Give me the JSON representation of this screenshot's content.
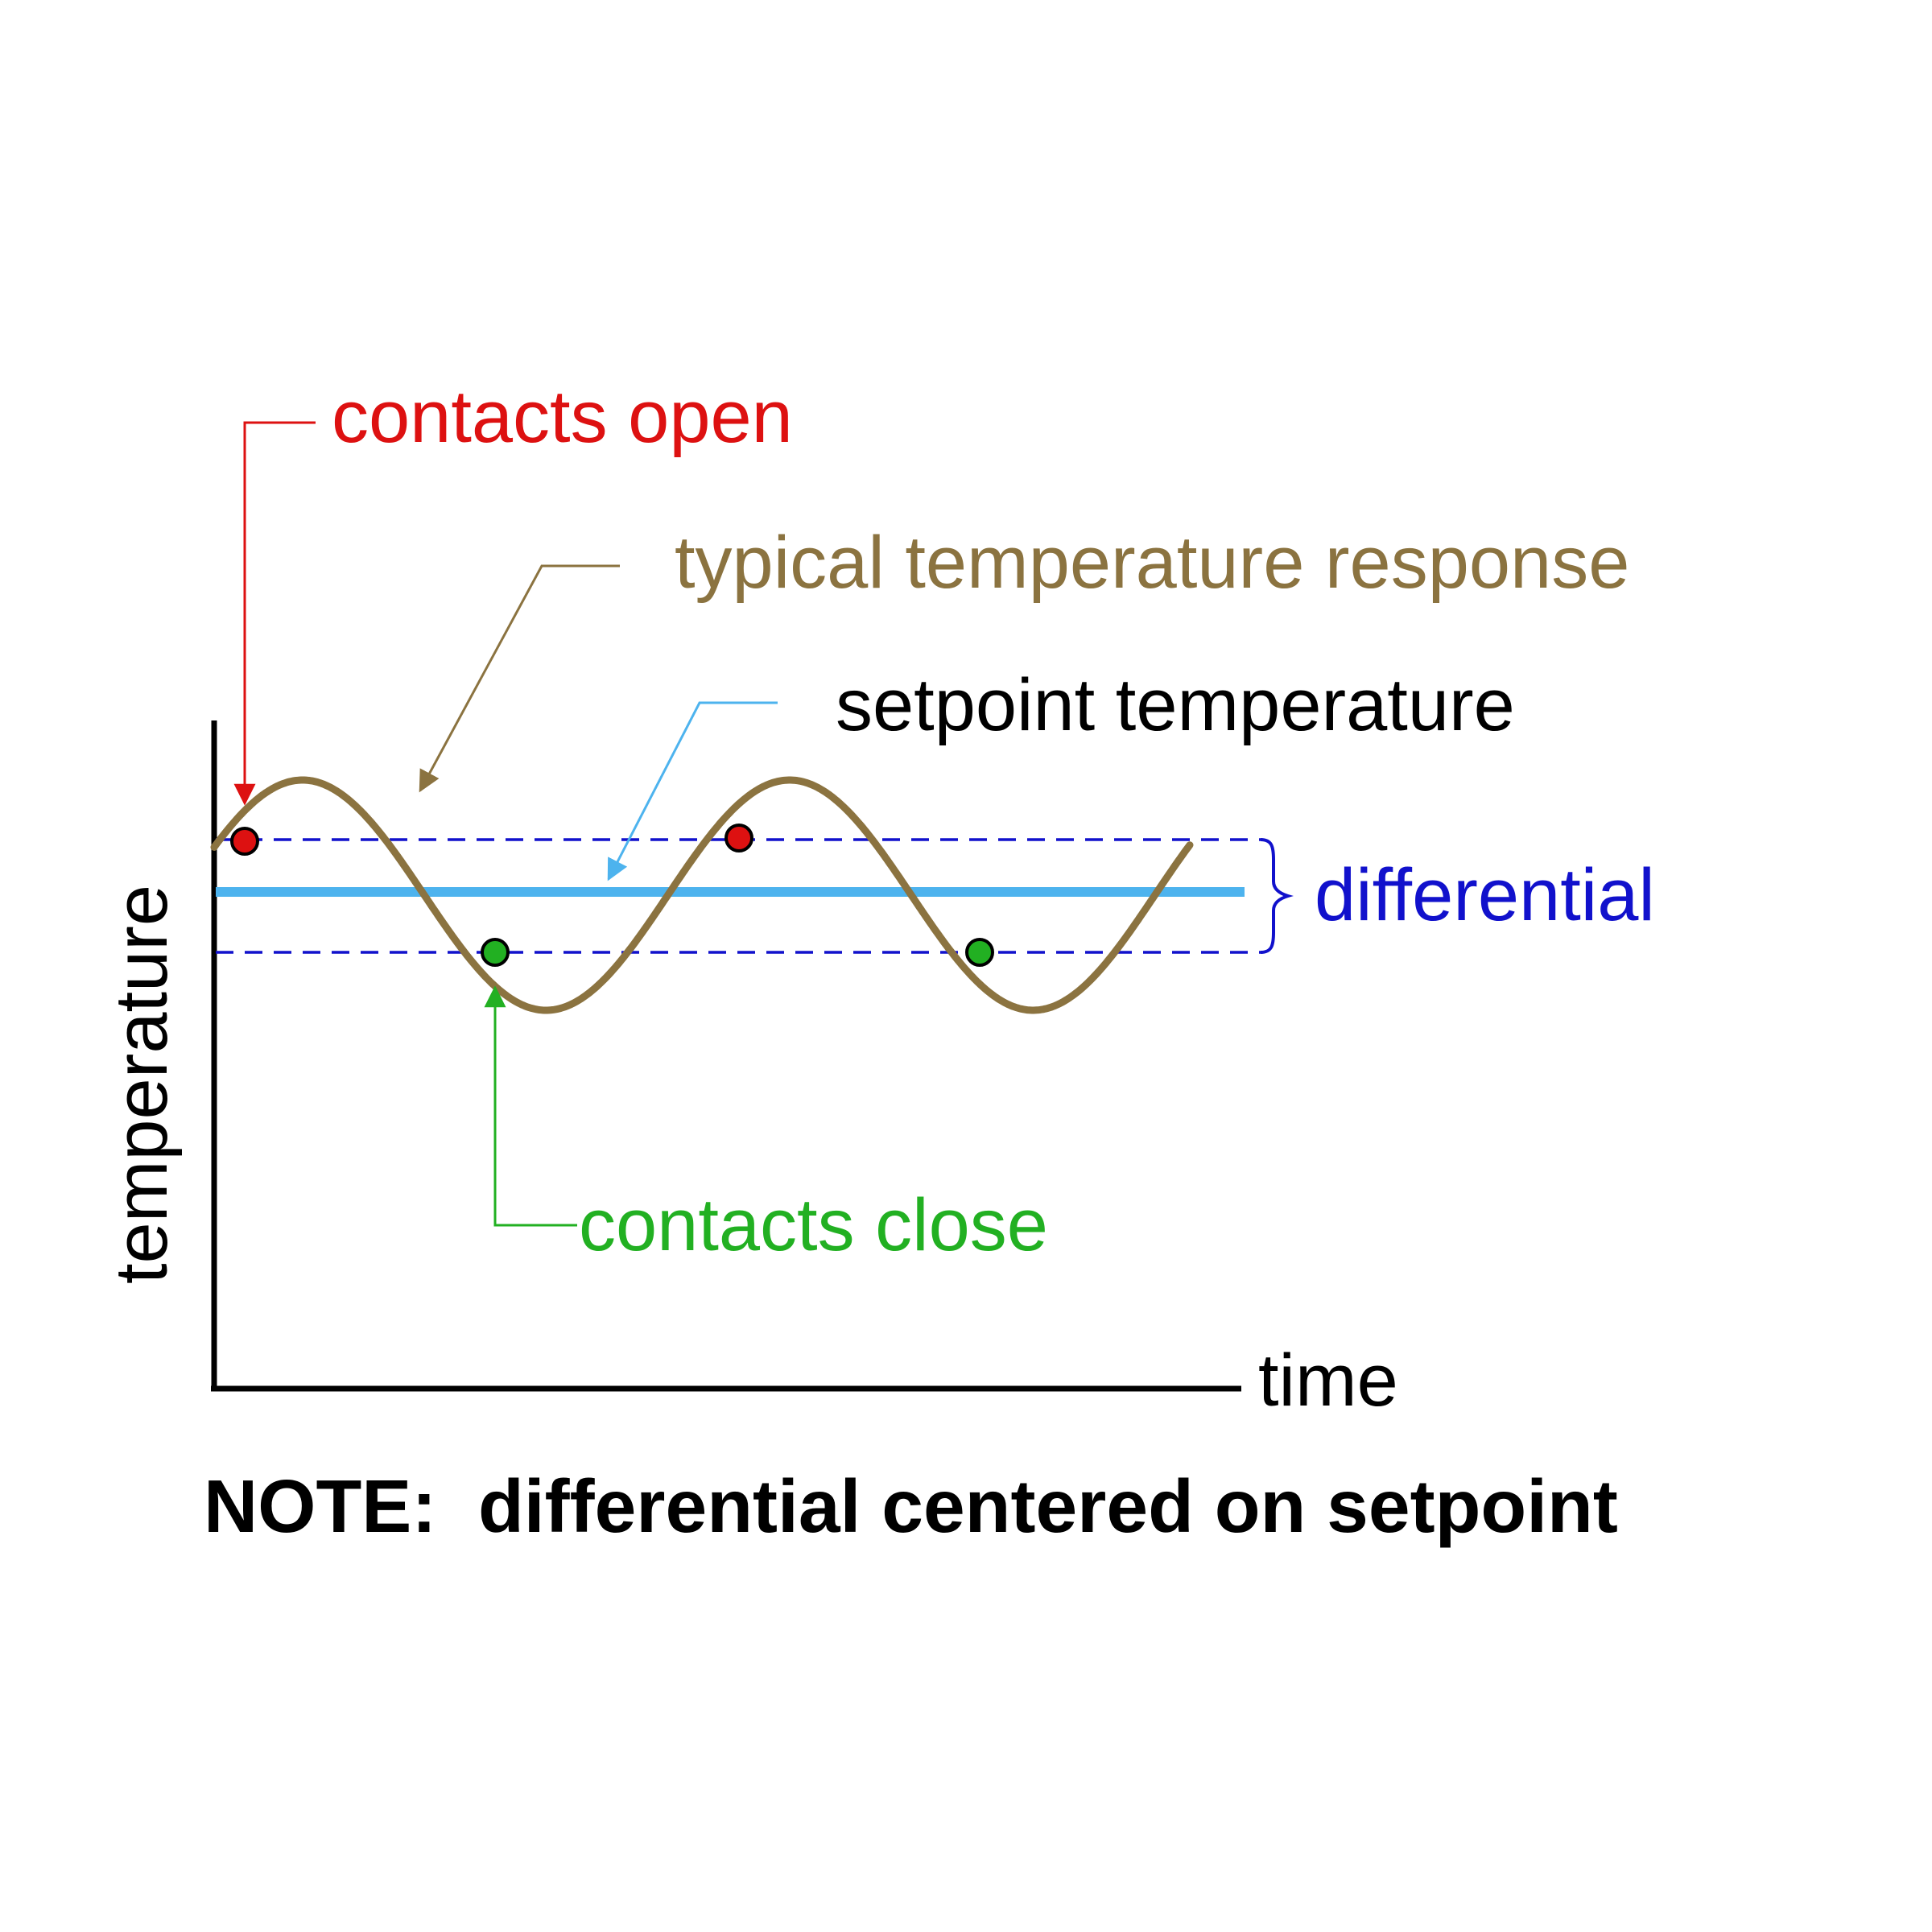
{
  "labels": {
    "contacts_open": "contacts open",
    "typical_response": "typical temperature response",
    "setpoint": "setpoint temperature",
    "differential": "differential",
    "contacts_close": "contacts close",
    "y_axis": "temperature",
    "x_axis": "time",
    "note": "NOTE:  differential centered on setpoint"
  },
  "colors": {
    "contacts_open": "#dd1111",
    "response": "#8b7340",
    "setpoint": "#4db3ee",
    "differential": "#1111cc",
    "contacts_close": "#22b022",
    "axis": "#000000"
  },
  "markers": {
    "open_points": 2,
    "close_points": 2
  }
}
